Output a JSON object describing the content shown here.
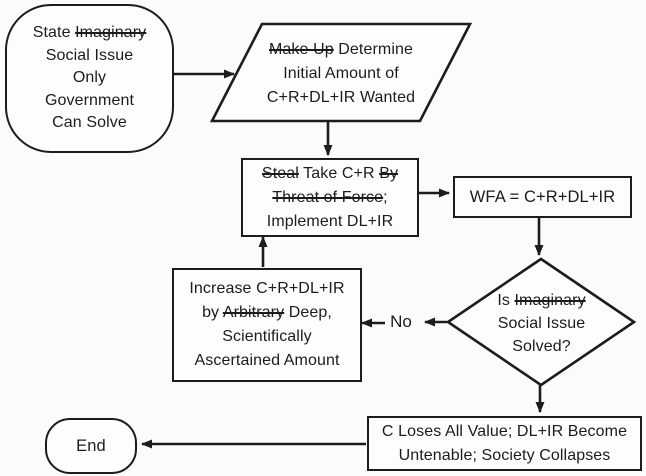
{
  "title": "Government intervention flowchart",
  "colors": {
    "ink": "#1c1c1c",
    "bg": "#fbfbfa"
  },
  "labels": {
    "no": "No"
  },
  "nodes": {
    "start": {
      "shape": "terminator",
      "lines": [
        [
          {
            "text": "State ",
            "strike": false
          },
          {
            "text": "Imaginary",
            "strike": true
          }
        ],
        [
          {
            "text": "Social Issue",
            "strike": false
          }
        ],
        [
          {
            "text": "Only",
            "strike": false
          }
        ],
        [
          {
            "text": "Government",
            "strike": false
          }
        ],
        [
          {
            "text": "Can Solve",
            "strike": false
          }
        ]
      ]
    },
    "determine": {
      "shape": "parallelogram",
      "lines": [
        [
          {
            "text": "Make Up",
            "strike": true
          },
          {
            "text": " Determine",
            "strike": false
          }
        ],
        [
          {
            "text": "Initial Amount of",
            "strike": false
          }
        ],
        [
          {
            "text": "C+R+DL+IR Wanted",
            "strike": false
          }
        ]
      ]
    },
    "take": {
      "shape": "process",
      "lines": [
        [
          {
            "text": "Steal",
            "strike": true
          },
          {
            "text": " Take C+R ",
            "strike": false
          },
          {
            "text": "By",
            "strike": true
          }
        ],
        [
          {
            "text": "Threat of Force",
            "strike": true
          },
          {
            "text": ";",
            "strike": false
          }
        ],
        [
          {
            "text": "Implement DL+IR",
            "strike": false
          }
        ]
      ]
    },
    "wfa": {
      "shape": "process",
      "lines": [
        [
          {
            "text": "WFA = C+R+DL+IR",
            "strike": false
          }
        ]
      ]
    },
    "decision": {
      "shape": "decision",
      "lines": [
        [
          {
            "text": "Is ",
            "strike": false
          },
          {
            "text": "Imaginary",
            "strike": true
          }
        ],
        [
          {
            "text": "Social Issue",
            "strike": false
          }
        ],
        [
          {
            "text": "Solved?",
            "strike": false
          }
        ]
      ]
    },
    "increase": {
      "shape": "process",
      "lines": [
        [
          {
            "text": "Increase C+R+DL+IR",
            "strike": false
          }
        ],
        [
          {
            "text": "by ",
            "strike": false
          },
          {
            "text": "Arbitrary",
            "strike": true
          },
          {
            "text": " Deep,",
            "strike": false
          }
        ],
        [
          {
            "text": "Scientifically",
            "strike": false
          }
        ],
        [
          {
            "text": "Ascertained Amount",
            "strike": false
          }
        ]
      ]
    },
    "collapse": {
      "shape": "process",
      "lines": [
        [
          {
            "text": "C Loses All Value; DL+IR Become",
            "strike": false
          }
        ],
        [
          {
            "text": "Untenable; Society Collapses",
            "strike": false
          }
        ]
      ]
    },
    "end": {
      "shape": "terminator",
      "lines": [
        [
          {
            "text": "End",
            "strike": false
          }
        ]
      ]
    }
  }
}
